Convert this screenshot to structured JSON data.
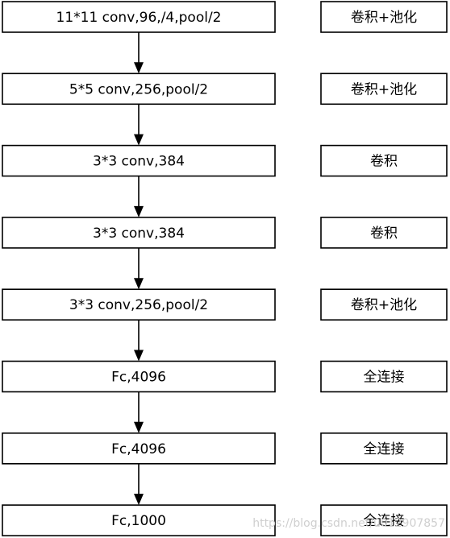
{
  "layers": [
    {
      "label": "11*11 conv,96,/4,pool/2",
      "note": "卷积+池化"
    },
    {
      "label": "5*5 conv,256,pool/2",
      "note": "卷积+池化"
    },
    {
      "label": "3*3 conv,384",
      "note": "卷积"
    },
    {
      "label": "3*3 conv,384",
      "note": "卷积"
    },
    {
      "label": "3*3 conv,256,pool/2",
      "note": "卷积+池化"
    },
    {
      "label": "Fc,4096",
      "note": "全连接"
    },
    {
      "label": "Fc,4096",
      "note": "全连接"
    },
    {
      "label": "Fc,1000",
      "note": "全连接"
    }
  ],
  "watermark": "https://blog.csdn.net/u012907857"
}
